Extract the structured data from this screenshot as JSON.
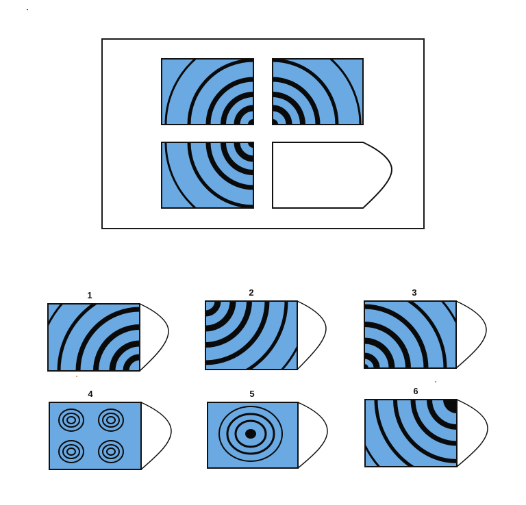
{
  "puzzle": {
    "colors": {
      "tile_fill": "#6aa9e2",
      "ring_stroke": "#0a0a0a",
      "frame_stroke": "#1a1a1a",
      "background": "#ffffff"
    },
    "matrix_cells": [
      "quarter-arcs-top-left",
      "quarter-arcs-top-right",
      "quarter-arcs-bottom-left",
      "empty-answer-slot"
    ],
    "options": [
      {
        "label": "1",
        "pattern": "arcs-centered-bottom-right"
      },
      {
        "label": "2",
        "pattern": "arcs-centered-top-left"
      },
      {
        "label": "3",
        "pattern": "arcs-centered-bottom-left"
      },
      {
        "label": "4",
        "pattern": "four-small-target-circles"
      },
      {
        "label": "5",
        "pattern": "single-bullseye"
      },
      {
        "label": "6",
        "pattern": "arcs-centered-top-right"
      }
    ]
  }
}
